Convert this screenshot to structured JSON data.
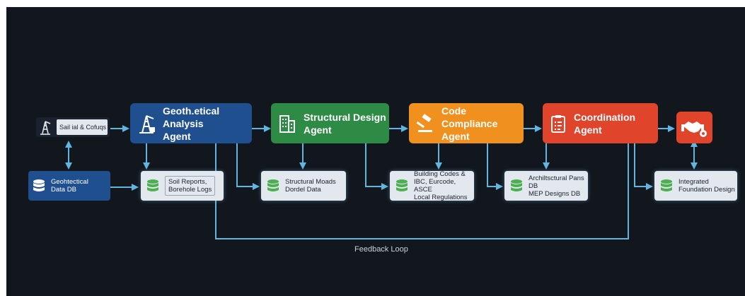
{
  "input": {
    "label": "Sail ial & Cofuqs"
  },
  "geo_db": {
    "label_line1": "Geohtectical",
    "label_line2": "Data DB"
  },
  "agents": [
    {
      "id": "geotechnical",
      "line1": "Geoth.etical Analysis",
      "line2": "Agent",
      "color": "#1f4f8f",
      "icon": "oil-derrick-icon"
    },
    {
      "id": "structural",
      "line1": "Structural Design",
      "line2": "Agent",
      "color": "#2e8b45",
      "icon": "building-icon"
    },
    {
      "id": "code",
      "line1": "Code Compliance",
      "line2": "Agent",
      "color": "#f0901e",
      "icon": "gavel-icon"
    },
    {
      "id": "coordination",
      "line1": "Coordination",
      "line2": "Agent",
      "color": "#e0452c",
      "icon": "clipboard-icon"
    }
  ],
  "final": {
    "icon": "handshake-gear-icon",
    "color": "#e0452c"
  },
  "stores": [
    {
      "id": "soil",
      "line1": "Soil Reports,",
      "line2": "Borehole Logs",
      "line3": ""
    },
    {
      "id": "structural-models",
      "line1": "Structural Moads",
      "line2": "Dordel Data",
      "line3": ""
    },
    {
      "id": "codes",
      "line1": "Building Codes &",
      "line2": "IBC, Eurcode, ASCE",
      "line3": "Local Regulations"
    },
    {
      "id": "arch",
      "line1": "Archiltsctural Pans DB",
      "line2": "MEP Designs DB",
      "line3": ""
    },
    {
      "id": "integrated",
      "line1": "Integrated",
      "line2": "Foundation Design",
      "line3": ""
    }
  ],
  "feedback": {
    "label": "Feedback Loop"
  },
  "colors": {
    "wire": "#5fb6e0",
    "background": "#12161d",
    "db_green": "#4caf50",
    "db_blue": "#1f4f8f"
  }
}
